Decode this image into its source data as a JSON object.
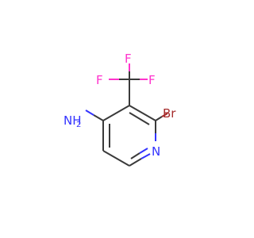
{
  "molecule": {
    "colors": {
      "carbon": "#3a3a3a",
      "nitrogen": "#3333ff",
      "bromine": "#a52a2a",
      "fluorine": "#ff33cc"
    },
    "atoms": {
      "amine_label": "NH",
      "amine_subscript": "2",
      "ring_nitrogen": "N",
      "bromine": "Br",
      "fluorine_top": "F",
      "fluorine_left": "F",
      "fluorine_right": "F"
    }
  }
}
